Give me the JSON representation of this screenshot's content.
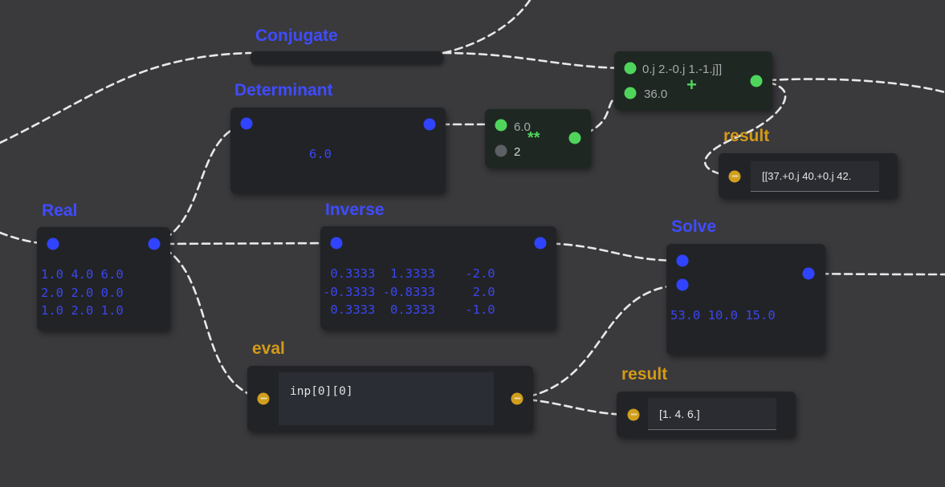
{
  "nodes": {
    "conjugate": {
      "title": "Conjugate"
    },
    "determinant": {
      "title": "Determinant",
      "value": "6.0"
    },
    "power": {
      "in1": "6.0",
      "in2": "2",
      "operator": "**"
    },
    "add": {
      "in1": "0.j 2.-0.j 1.-1.j]]",
      "in2": "36.0",
      "operator": "+"
    },
    "result_top": {
      "title": "result",
      "value": "[[37.+0.j 40.+0.j 42."
    },
    "real": {
      "title": "Real",
      "rows": [
        "1.0 4.0 6.0",
        "2.0 2.0 0.0",
        "1.0 2.0 1.0"
      ]
    },
    "inverse": {
      "title": "Inverse",
      "rows": [
        " 0.3333  1.3333    -2.0",
        "-0.3333 -0.8333     2.0",
        " 0.3333  0.3333    -1.0"
      ]
    },
    "solve": {
      "title": "Solve",
      "value": "53.0 10.0 15.0"
    },
    "eval": {
      "title": "eval",
      "code": "inp[0][0]"
    },
    "result_bottom": {
      "title": "result",
      "value": "[1. 4. 6.]"
    }
  },
  "colors": {
    "background": "#3a3a3d",
    "node": "#222327",
    "blue": "#3f4cff",
    "gold": "#d39a18",
    "green": "#4fd55c"
  }
}
